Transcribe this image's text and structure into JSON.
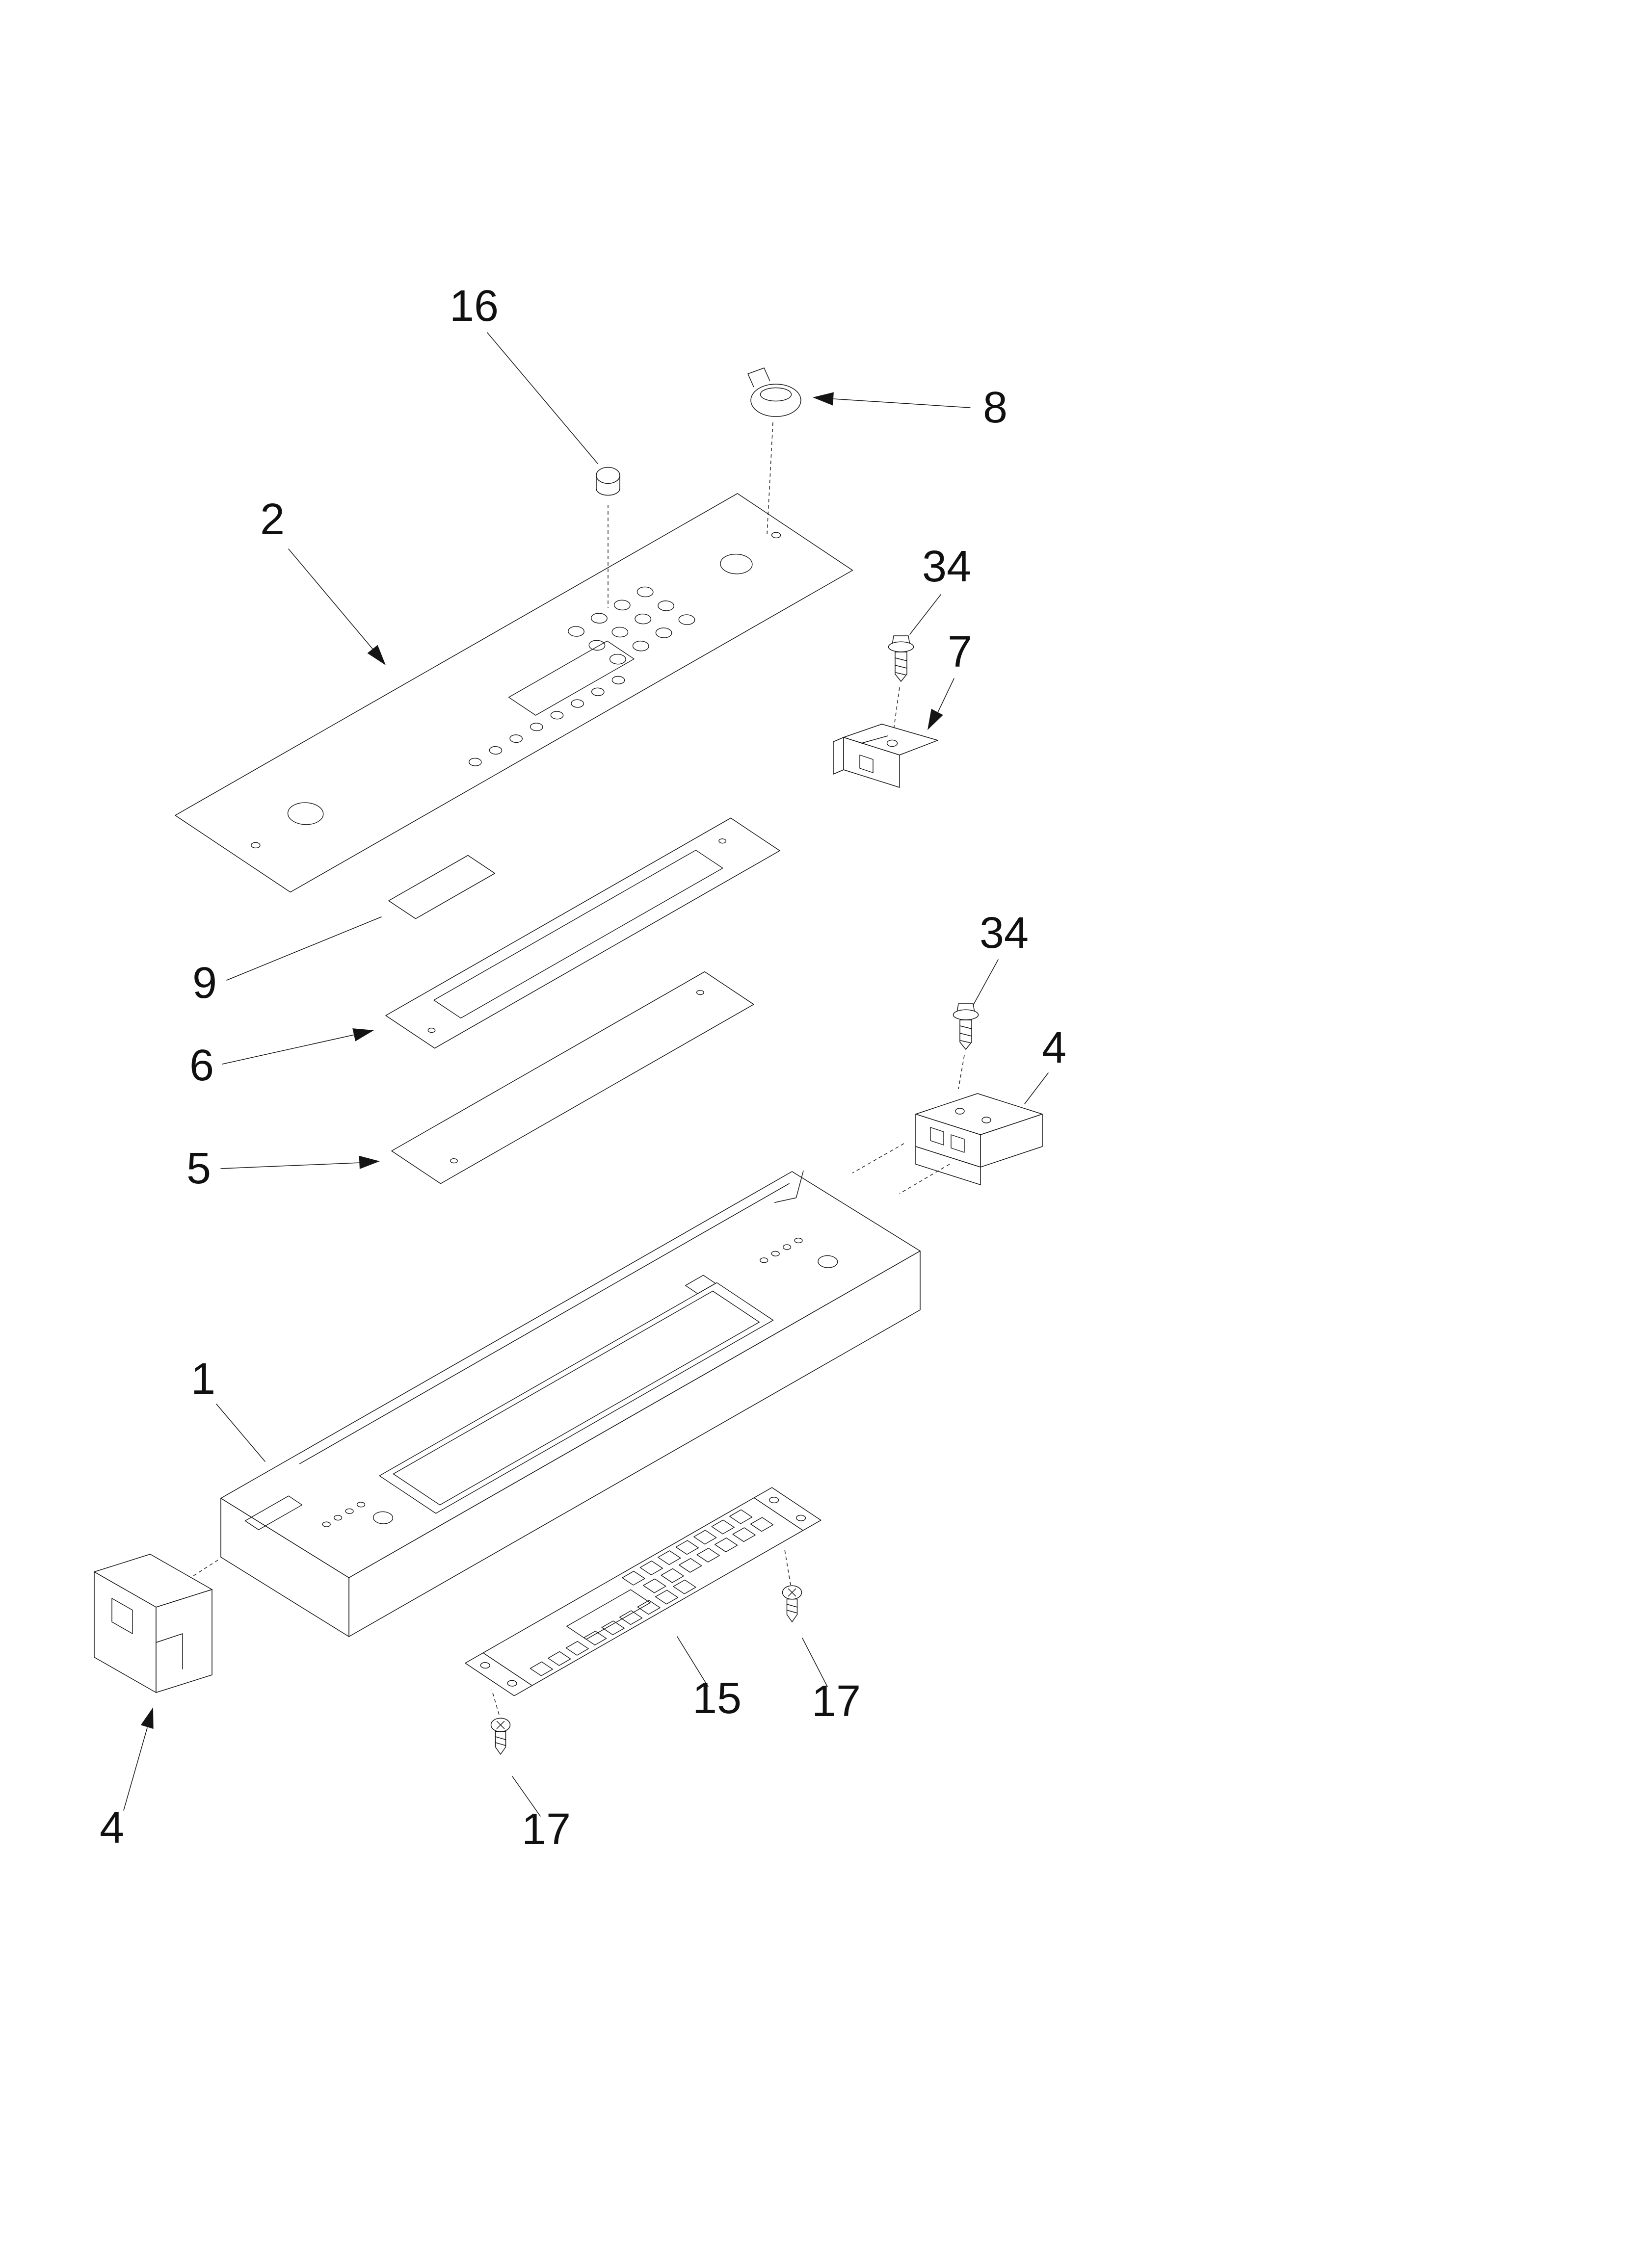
{
  "diagram": {
    "type": "exploded-parts-diagram",
    "subject": "oven-control-panel-parts",
    "background_color": "#ffffff",
    "line_color": "#141414",
    "callouts": [
      {
        "part": "16"
      },
      {
        "part": "8"
      },
      {
        "part": "2"
      },
      {
        "part": "34"
      },
      {
        "part": "7"
      },
      {
        "part": "9"
      },
      {
        "part": "6"
      },
      {
        "part": "34"
      },
      {
        "part": "4"
      },
      {
        "part": "5"
      },
      {
        "part": "1"
      },
      {
        "part": "15"
      },
      {
        "part": "17"
      },
      {
        "part": "17"
      },
      {
        "part": "4"
      }
    ]
  }
}
